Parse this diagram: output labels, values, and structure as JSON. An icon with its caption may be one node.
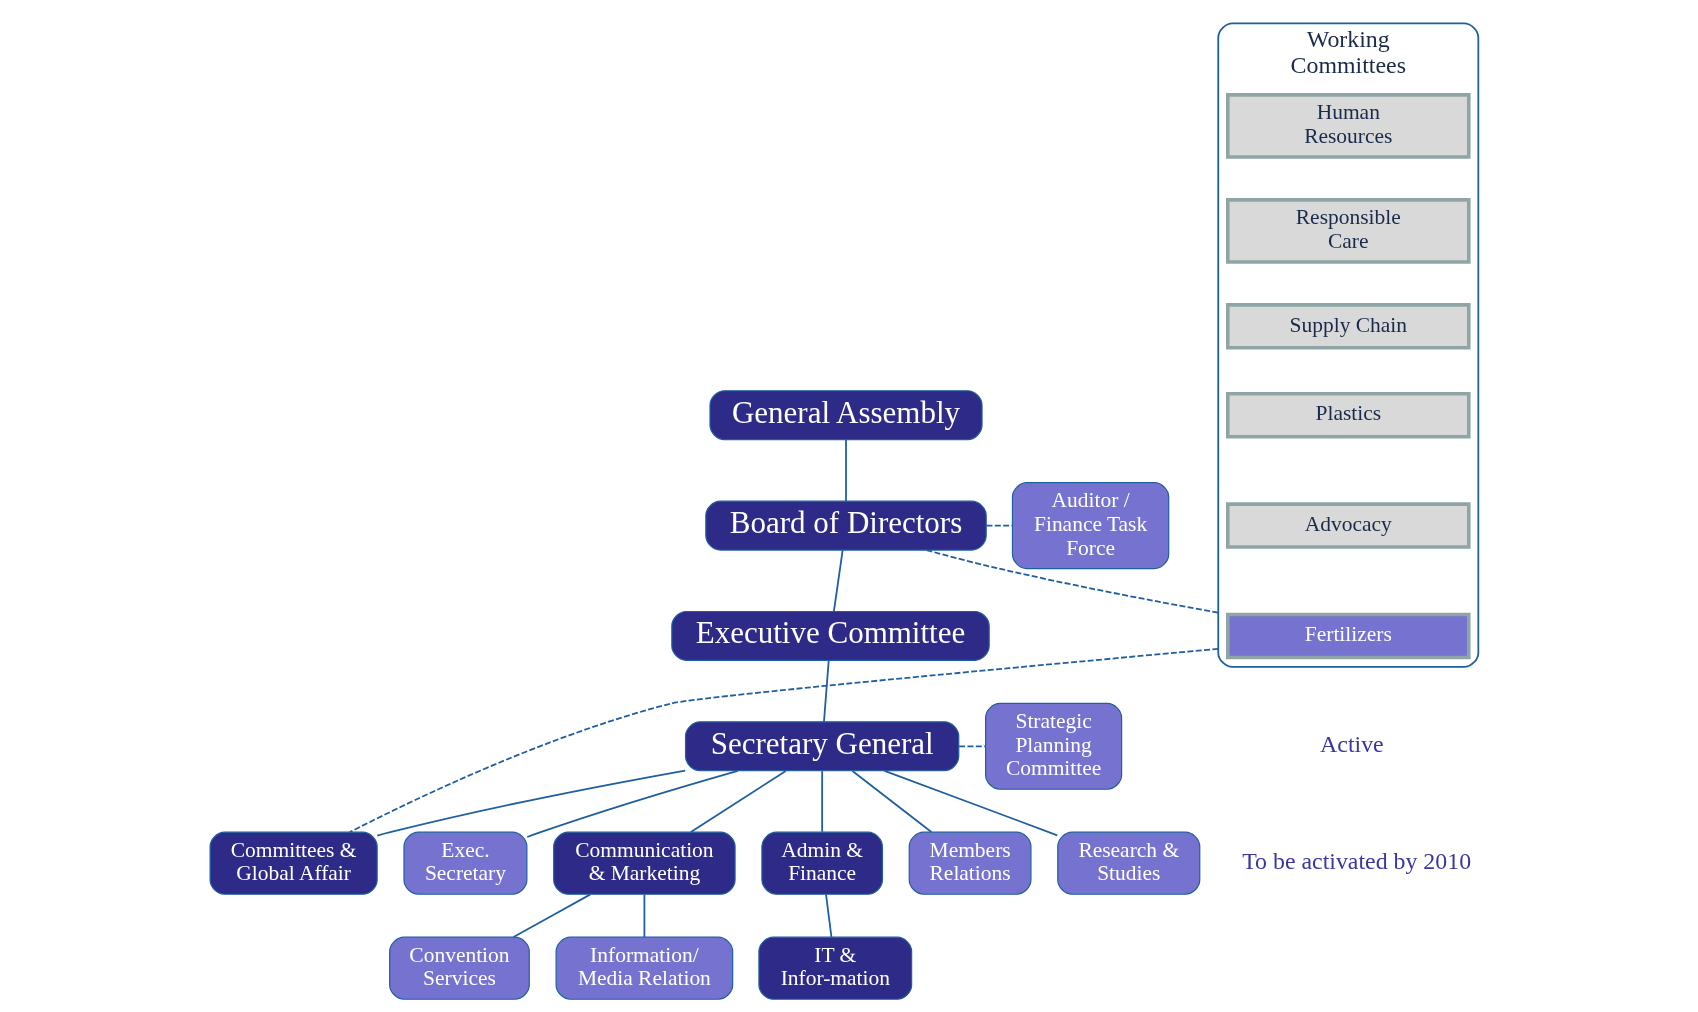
{
  "diagram": {
    "nodes": [
      {
        "text": [
          "General Assembly"
        ]
      },
      {
        "text": [
          "Board of Directors"
        ]
      },
      {
        "text": [
          "Auditor / Finance Task Force"
        ]
      },
      {
        "text": [
          "Working Committees"
        ]
      },
      {
        "text": [
          "Human Resources"
        ],
        "in": 3
      },
      {
        "text": [
          "Responsible Care"
        ],
        "in": 3
      },
      {
        "text": [
          "Supply Chain"
        ],
        "in": 3
      },
      {
        "text": [
          "Plastics"
        ],
        "in": 3
      },
      {
        "text": [
          "Advocacy"
        ],
        "in": 3
      },
      {
        "text": [
          "Fertilizers"
        ],
        "in": 3
      },
      {
        "text": [
          "Executive Committee"
        ]
      },
      {
        "text": [
          "Secretary General"
        ]
      },
      {
        "text": [
          "Strategic Planning Committee"
        ]
      },
      {
        "text": [
          "Exec. Secretary"
        ]
      },
      {
        "text": [
          "Committees & Global Affair"
        ]
      },
      {
        "text": [
          "Communication & Marketing"
        ]
      },
      {
        "text": [
          "Admin & Finance"
        ]
      },
      {
        "text": [
          "Members Relations"
        ]
      },
      {
        "text": [
          "Research & Studies"
        ]
      },
      {
        "text": [
          "Information/ Media Relation"
        ]
      },
      {
        "text": [
          "Convention Services"
        ]
      },
      {
        "text": [
          "IT & Infor-mation"
        ]
      }
    ],
    "edges": [
      {
        "from": 0,
        "to": 1,
        "arrow": "none"
      },
      {
        "from": 1,
        "to": 2,
        "arrow": "none",
        "style": "dashed"
      },
      {
        "from": 1,
        "to": 3,
        "arrow": "none",
        "style": "dashed"
      },
      {
        "from": 1,
        "to": 10,
        "arrow": "none"
      },
      {
        "from": 10,
        "to": 11,
        "arrow": "none"
      },
      {
        "from": 11,
        "to": 12,
        "arrow": "none",
        "style": "dashed"
      },
      {
        "from": 11,
        "to": 13,
        "arrow": "none"
      },
      {
        "from": 11,
        "to": 14,
        "arrow": "none"
      },
      {
        "from": 11,
        "to": 15,
        "arrow": "none"
      },
      {
        "from": 11,
        "to": 16,
        "arrow": "none"
      },
      {
        "from": 11,
        "to": 17,
        "arrow": "none"
      },
      {
        "from": 11,
        "to": 18,
        "arrow": "none"
      },
      {
        "from": 3,
        "to": 14,
        "arrow": "none",
        "style": "dashed"
      },
      {
        "from": 15,
        "to": 19,
        "arrow": "none"
      },
      {
        "from": 15,
        "to": 20,
        "arrow": "none"
      },
      {
        "from": 16,
        "to": 21,
        "arrow": "none"
      }
    ],
    "labels": [
      "Active",
      "To be activated by 2010"
    ]
  }
}
